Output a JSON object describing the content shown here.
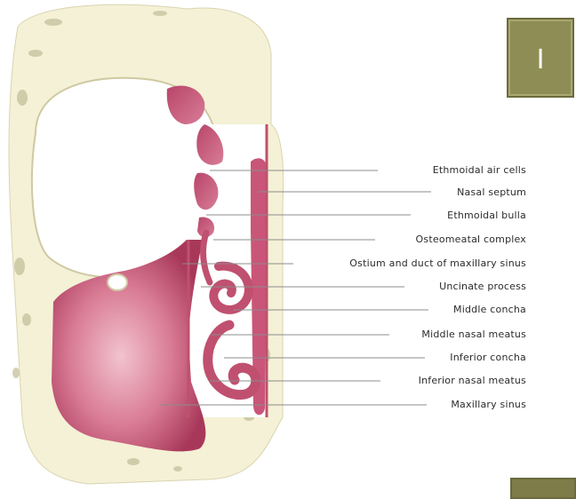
{
  "badge": {
    "text": "I"
  },
  "labels": [
    "Ethmoidal air cells",
    "Nasal septum",
    "Ethmoidal bulla",
    "Osteomeatal complex",
    "Ostium and duct of maxillary sinus",
    "Uncinate process",
    "Middle concha",
    "Middle nasal meatus",
    "Inferior concha",
    "Inferior nasal meatus",
    "Maxillary sinus"
  ],
  "colors": {
    "bone": "#f4f1d6",
    "bone_outline": "#d9d4b0",
    "mucosa": "#c0506f",
    "mucosa_light": "#e9a6b8",
    "leader": "#8c8c8c",
    "badge": "#8e8d55"
  }
}
